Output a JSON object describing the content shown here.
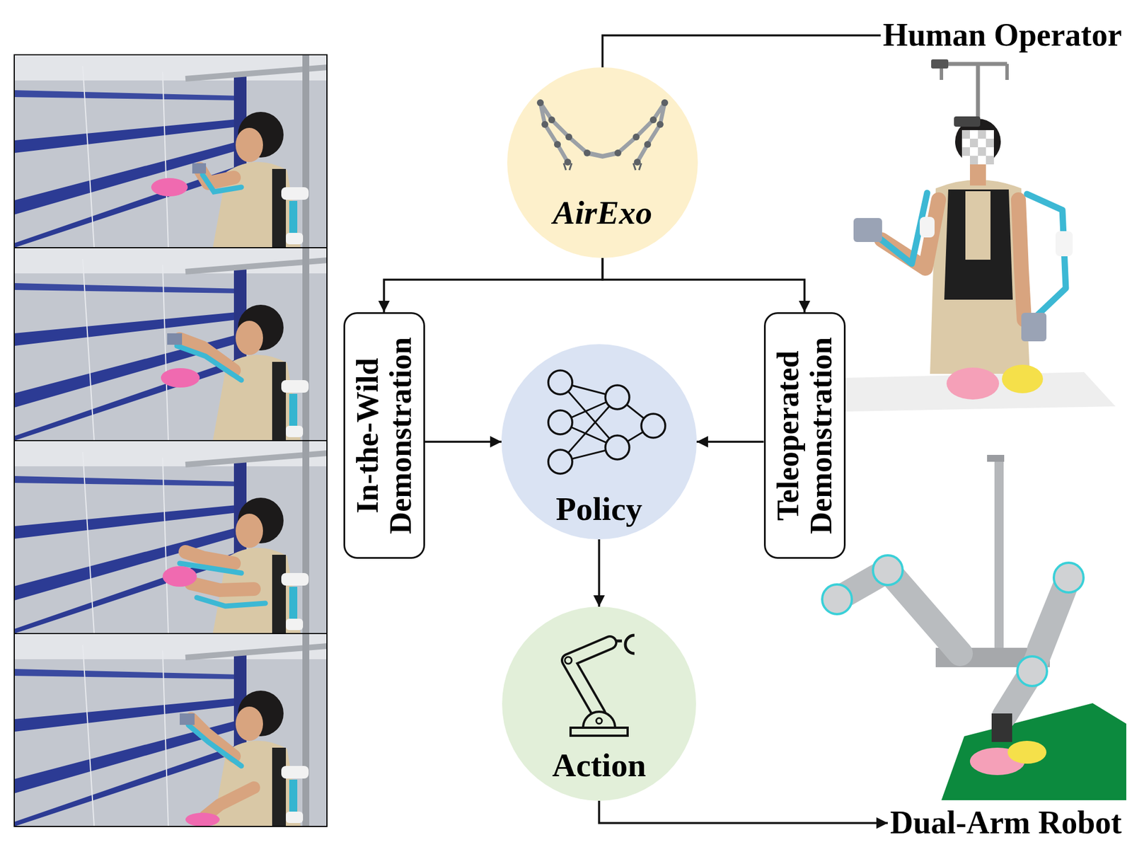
{
  "diagram": {
    "nodes": [
      {
        "text": [
          "Human Operator"
        ]
      },
      {
        "text": [
          "AirExo"
        ]
      },
      {
        "text": [
          "In-the-Wild Demonstration"
        ]
      },
      {
        "text": [
          "Policy"
        ]
      },
      {
        "text": [
          "Teleoperated Demonstration"
        ]
      },
      {
        "text": [
          "Action"
        ]
      },
      {
        "text": [
          "Dual-Arm Robot"
        ]
      }
    ],
    "edges": [
      {
        "from": 1,
        "to": 0,
        "arrow": "none"
      },
      {
        "from": 1,
        "to": 2,
        "arrow": "to"
      },
      {
        "from": 1,
        "to": 4,
        "arrow": "to"
      },
      {
        "from": 2,
        "to": 3,
        "arrow": "to"
      },
      {
        "from": 4,
        "to": 3,
        "arrow": "to"
      },
      {
        "from": 3,
        "to": 5,
        "arrow": "to"
      },
      {
        "from": 5,
        "to": 6,
        "arrow": "to"
      }
    ]
  }
}
